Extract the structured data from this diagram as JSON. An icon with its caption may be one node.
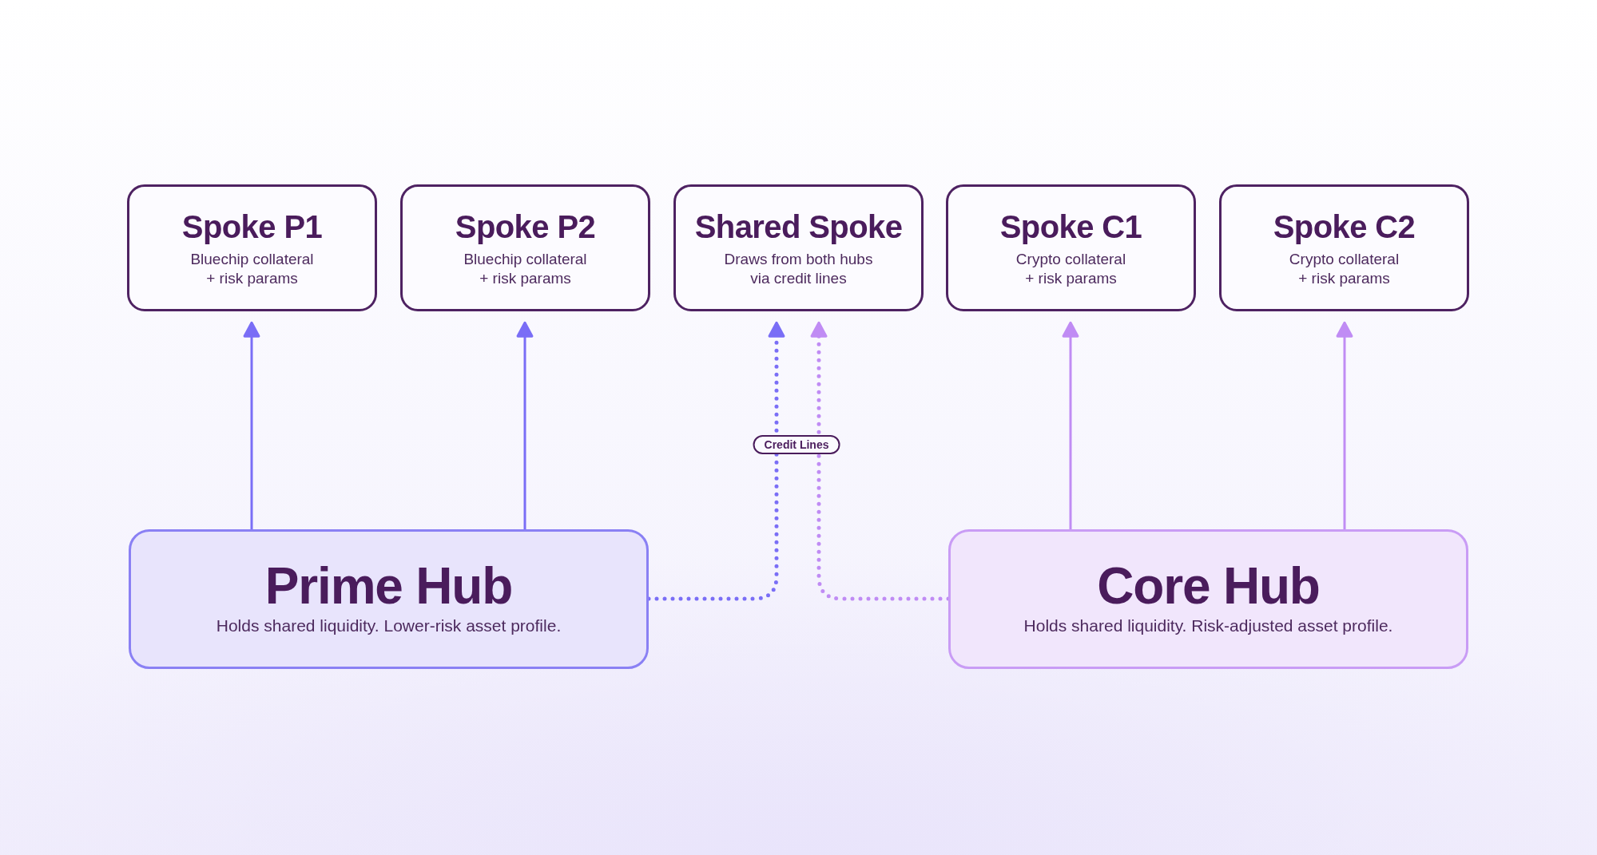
{
  "diagram": {
    "nodes": [
      {
        "text": [
          "Spoke P1",
          "Bluechip collateral + risk params"
        ]
      },
      {
        "text": [
          "Spoke P2",
          "Bluechip collateral + risk params"
        ]
      },
      {
        "text": [
          "Shared Spoke",
          "Draws from both hubs via credit lines"
        ]
      },
      {
        "text": [
          "Spoke C1",
          "Crypto collateral + risk params"
        ]
      },
      {
        "text": [
          "Spoke C2",
          "Crypto collateral + risk params"
        ]
      },
      {
        "text": [
          "Prime Hub",
          "Holds shared liquidity. Lower-risk asset profile."
        ]
      },
      {
        "text": [
          "Core Hub",
          "Holds shared liquidity. Risk-adjusted asset profile."
        ]
      }
    ],
    "edges": [
      {
        "from": 5,
        "to": 0,
        "arrow": "to",
        "color": "#7a6ef6"
      },
      {
        "from": 5,
        "to": 1,
        "arrow": "to",
        "color": "#7a6ef6"
      },
      {
        "from": 5,
        "to": 2,
        "arrow": "to",
        "style": "dashed",
        "color": "#7a6ef6",
        "label": "Credit Lines"
      },
      {
        "from": 6,
        "to": 2,
        "arrow": "to",
        "style": "dashed",
        "color": "#c08cf4"
      },
      {
        "from": 6,
        "to": 3,
        "arrow": "to",
        "color": "#c08cf4"
      },
      {
        "from": 6,
        "to": 4,
        "arrow": "to",
        "color": "#c08cf4"
      }
    ]
  }
}
